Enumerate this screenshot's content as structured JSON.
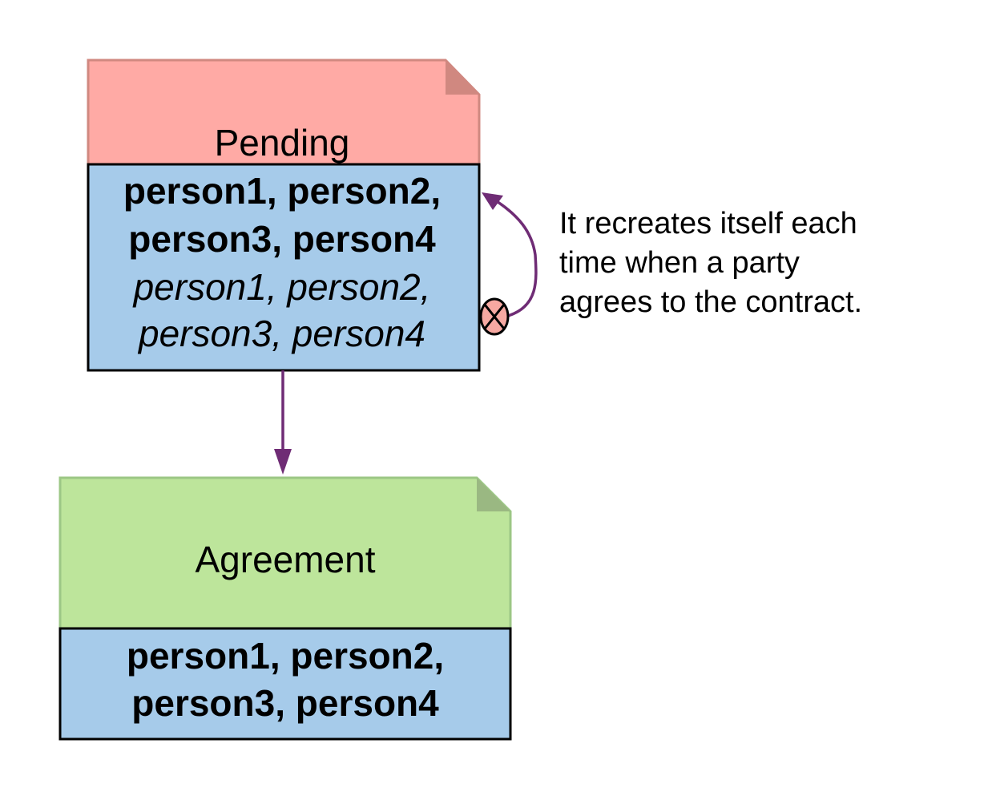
{
  "pending": {
    "title": "Pending",
    "signatories": [
      "person1, person2,",
      "person3, person4"
    ],
    "observers": [
      "person1, person2,",
      "person3, person4"
    ]
  },
  "agreement": {
    "title": "Agreement",
    "signatories": [
      "person1, person2,",
      "person3, person4"
    ]
  },
  "self_loop_note": [
    "It recreates itself each",
    "time when a party",
    "agrees to the contract."
  ],
  "colors": {
    "pending_header": "#ffaaa5",
    "pending_header_border": "#d08880",
    "pending_fold": "#d08880",
    "agreement_header": "#bde59b",
    "agreement_header_border": "#9cc785",
    "agreement_fold": "#9ab882",
    "party_body": "#a6cbea",
    "arrow": "#6f2c75",
    "choice_marker": "#f7a9a2"
  }
}
